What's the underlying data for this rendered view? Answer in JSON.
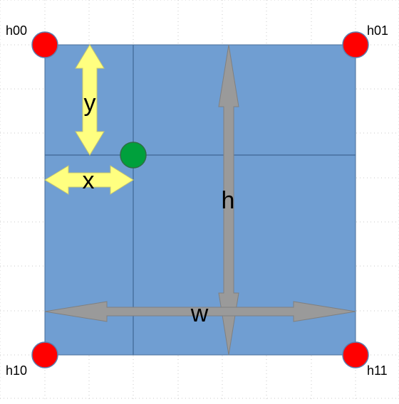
{
  "colors": {
    "background": "#ffffff",
    "dotted_grid": "#c8c8c8",
    "square_fill": "#709ed2",
    "square_border": "#4a6f98",
    "inner_lines": "#3f6694",
    "corner_point": "#ff0000",
    "corner_point_border": "#5a7fb0",
    "sample_point": "#00a03c",
    "sample_point_border": "#2f6e45",
    "offset_arrow_fill": "#ffff80",
    "offset_arrow_stroke": "#c8c870",
    "size_arrow_fill": "#9a9a9a",
    "size_arrow_stroke": "#808080",
    "text": "#000000"
  },
  "corners": {
    "top_left": "h00",
    "top_right": "h01",
    "bottom_left": "h10",
    "bottom_right": "h11"
  },
  "offsets": {
    "y": "y",
    "x": "x"
  },
  "sizes": {
    "h": "h",
    "w": "w"
  }
}
